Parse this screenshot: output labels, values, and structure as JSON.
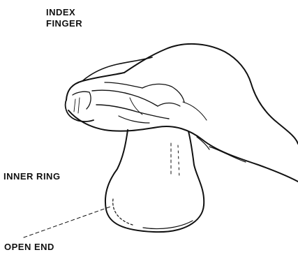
{
  "labels": {
    "index_finger": [
      "INDEX",
      "FINGER"
    ],
    "inner_ring": "INNER RING",
    "open_end": "OPEN END"
  }
}
